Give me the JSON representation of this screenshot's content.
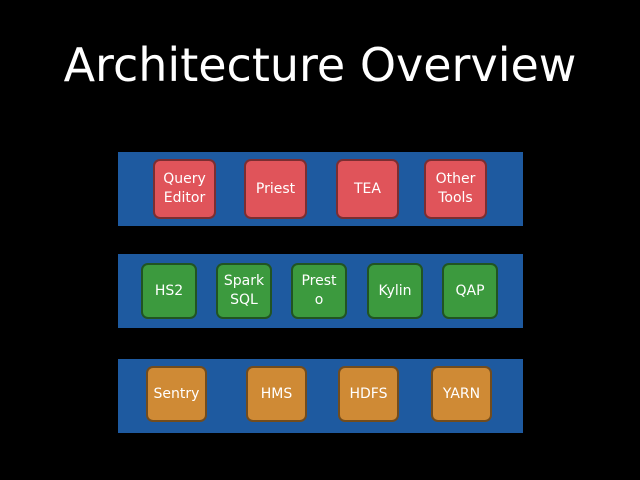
{
  "title": "Architecture Overview",
  "colors": {
    "background": "#000000",
    "layer": "#1e5aa0",
    "top_layer_box": "#e0545a",
    "middle_layer_box": "#3c9a3e",
    "bottom_layer_box": "#cf8a35"
  },
  "layers": [
    {
      "boxes": [
        {
          "label": "Query\nEditor"
        },
        {
          "label": "Priest"
        },
        {
          "label": "TEA"
        },
        {
          "label": "Other\nTools"
        }
      ]
    },
    {
      "boxes": [
        {
          "label": "HS2"
        },
        {
          "label": "Spark\nSQL"
        },
        {
          "label": "Prest\no"
        },
        {
          "label": "Kylin"
        },
        {
          "label": "QAP"
        }
      ]
    },
    {
      "boxes": [
        {
          "label": "Sentry"
        },
        {
          "label": "HMS"
        },
        {
          "label": "HDFS"
        },
        {
          "label": "YARN"
        }
      ]
    }
  ]
}
